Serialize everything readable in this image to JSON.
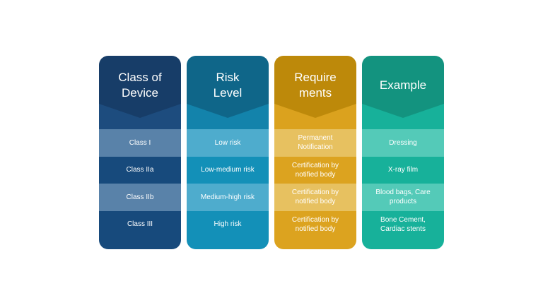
{
  "columns": [
    {
      "title": "Class of\nDevice",
      "rows": [
        "Class I",
        "Class IIa",
        "Class IIb",
        "Class III"
      ]
    },
    {
      "title": "Risk\nLevel",
      "rows": [
        "Low risk",
        "Low-medium risk",
        "Medium-high risk",
        "High risk"
      ]
    },
    {
      "title": "Require\nments",
      "rows": [
        "Permanent\nNotification",
        "Certification by\nnotified body",
        "Certification by\nnotified body",
        "Certification by\nnotified body"
      ]
    },
    {
      "title": "Example",
      "rows": [
        "Dressing",
        "X-ray film",
        "Blood bags, Care\nproducts",
        "Bone Cement,\nCardiac stents"
      ]
    }
  ],
  "colors": {
    "class_of_device": "#173d68",
    "risk_level": "#0f6689",
    "requirements": "#bd890a",
    "example": "#13937f"
  }
}
